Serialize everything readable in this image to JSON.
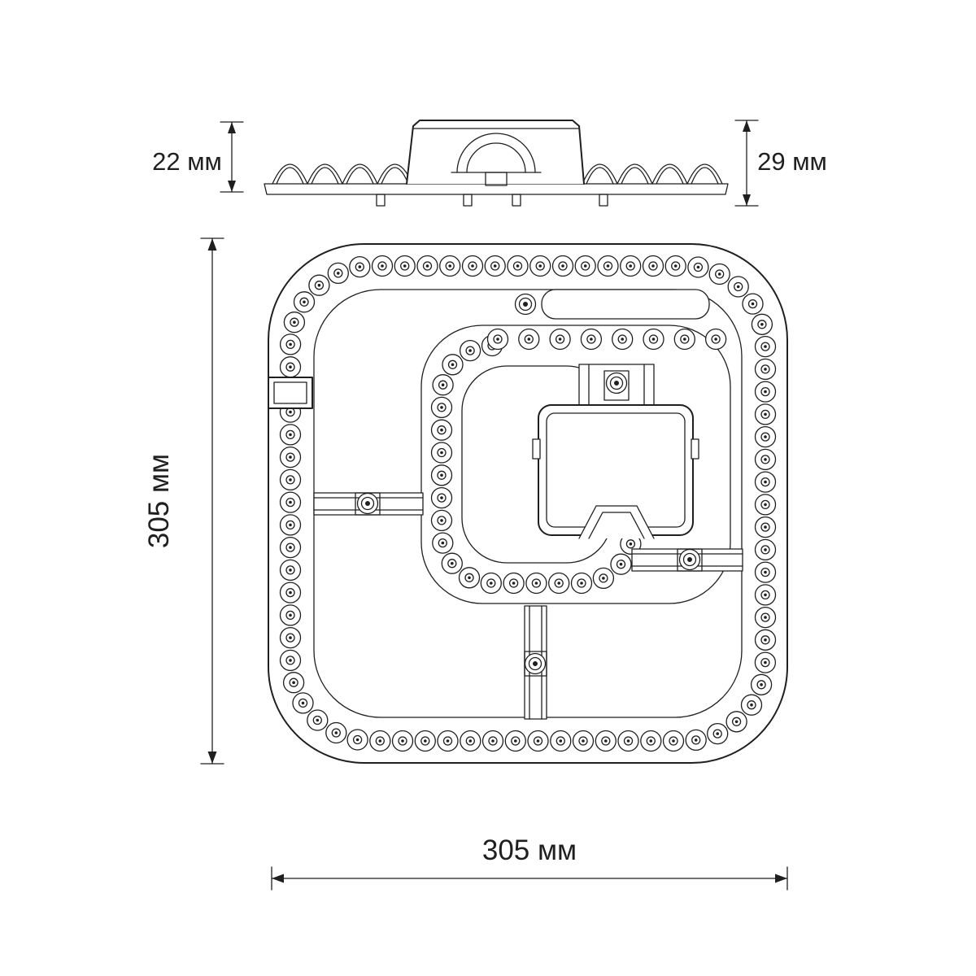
{
  "labels": {
    "side_height": "22 мм",
    "side_height_with_pins": "29 мм",
    "module_height": "305 мм",
    "module_width": "305 мм"
  },
  "colors": {
    "line": "#1f1f1f",
    "background": "#ffffff"
  }
}
